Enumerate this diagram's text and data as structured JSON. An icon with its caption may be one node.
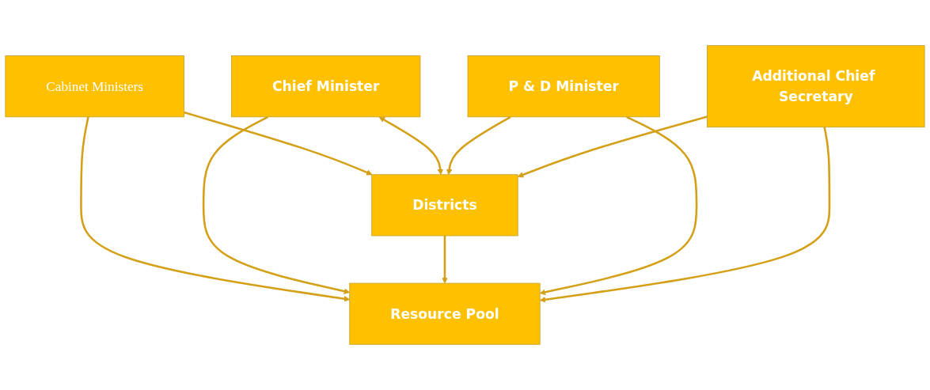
{
  "diagram": {
    "nodes": [
      {
        "text": [
          "Cabinet Ministers"
        ]
      },
      {
        "text": [
          "Chief Minister"
        ]
      },
      {
        "text": [
          "Resource Pool"
        ]
      },
      {
        "text": [
          "Districts"
        ]
      },
      {
        "text": [
          "P & D Minister"
        ]
      },
      {
        "text": [
          "Additional Chief Secretary"
        ]
      }
    ],
    "edges": [
      {
        "from": 0,
        "to": 2,
        "arrow": "to"
      },
      {
        "from": 0,
        "to": 3,
        "arrow": "to"
      },
      {
        "from": 1,
        "to": 3,
        "arrow": "both"
      },
      {
        "from": 1,
        "to": 2,
        "arrow": "to"
      },
      {
        "from": 3,
        "to": 2,
        "arrow": "to"
      },
      {
        "from": 4,
        "to": 2,
        "arrow": "to"
      },
      {
        "from": 4,
        "to": 3,
        "arrow": "to"
      },
      {
        "from": 5,
        "to": 2,
        "arrow": "to"
      },
      {
        "from": 5,
        "to": 3,
        "arrow": "to"
      }
    ]
  }
}
